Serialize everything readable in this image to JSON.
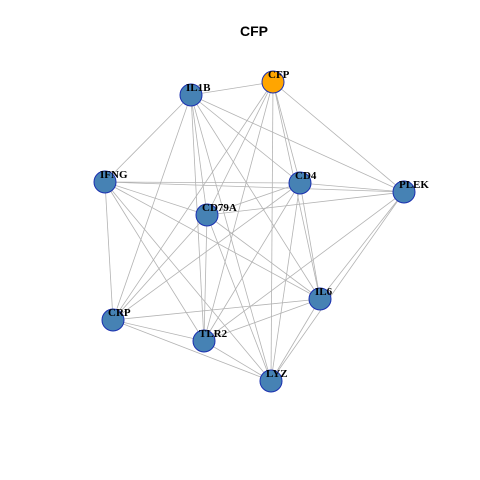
{
  "title": "CFP",
  "colors": {
    "node_default": "#4682B4",
    "node_highlight": "#FFA500",
    "edge": "#b3b3b3",
    "node_border": "#1a2fb0"
  },
  "nodes": [
    {
      "id": "CFP",
      "label": "CFP",
      "highlight": true
    },
    {
      "id": "IL1B",
      "label": "IL1B",
      "highlight": false
    },
    {
      "id": "IFNG",
      "label": "IFNG",
      "highlight": false
    },
    {
      "id": "CD4",
      "label": "CD4",
      "highlight": false
    },
    {
      "id": "PLEK",
      "label": "PLEK",
      "highlight": false
    },
    {
      "id": "CD79A",
      "label": "CD79A",
      "highlight": false
    },
    {
      "id": "IL6",
      "label": "IL6",
      "highlight": false
    },
    {
      "id": "CRP",
      "label": "CRP",
      "highlight": false
    },
    {
      "id": "TLR2",
      "label": "TLR2",
      "highlight": false
    },
    {
      "id": "LYZ",
      "label": "LYZ",
      "highlight": false
    }
  ],
  "edges": [
    [
      "CFP",
      "IL1B"
    ],
    [
      "CFP",
      "CD4"
    ],
    [
      "CFP",
      "PLEK"
    ],
    [
      "CFP",
      "CD79A"
    ],
    [
      "CFP",
      "IL6"
    ],
    [
      "CFP",
      "CRP"
    ],
    [
      "CFP",
      "TLR2"
    ],
    [
      "CFP",
      "LYZ"
    ],
    [
      "IL1B",
      "IFNG"
    ],
    [
      "IL1B",
      "CD4"
    ],
    [
      "IL1B",
      "PLEK"
    ],
    [
      "IL1B",
      "CD79A"
    ],
    [
      "IL1B",
      "IL6"
    ],
    [
      "IL1B",
      "CRP"
    ],
    [
      "IL1B",
      "TLR2"
    ],
    [
      "IL1B",
      "LYZ"
    ],
    [
      "IFNG",
      "CD4"
    ],
    [
      "IFNG",
      "PLEK"
    ],
    [
      "IFNG",
      "CD79A"
    ],
    [
      "IFNG",
      "IL6"
    ],
    [
      "IFNG",
      "CRP"
    ],
    [
      "IFNG",
      "TLR2"
    ],
    [
      "IFNG",
      "LYZ"
    ],
    [
      "CD4",
      "PLEK"
    ],
    [
      "CD4",
      "CD79A"
    ],
    [
      "CD4",
      "IL6"
    ],
    [
      "CD4",
      "CRP"
    ],
    [
      "CD4",
      "TLR2"
    ],
    [
      "CD4",
      "LYZ"
    ],
    [
      "PLEK",
      "CD79A"
    ],
    [
      "PLEK",
      "IL6"
    ],
    [
      "PLEK",
      "TLR2"
    ],
    [
      "PLEK",
      "LYZ"
    ],
    [
      "CD79A",
      "IL6"
    ],
    [
      "CD79A",
      "CRP"
    ],
    [
      "CD79A",
      "TLR2"
    ],
    [
      "CD79A",
      "LYZ"
    ],
    [
      "IL6",
      "CRP"
    ],
    [
      "IL6",
      "TLR2"
    ],
    [
      "IL6",
      "LYZ"
    ],
    [
      "CRP",
      "TLR2"
    ],
    [
      "CRP",
      "LYZ"
    ],
    [
      "TLR2",
      "LYZ"
    ]
  ]
}
